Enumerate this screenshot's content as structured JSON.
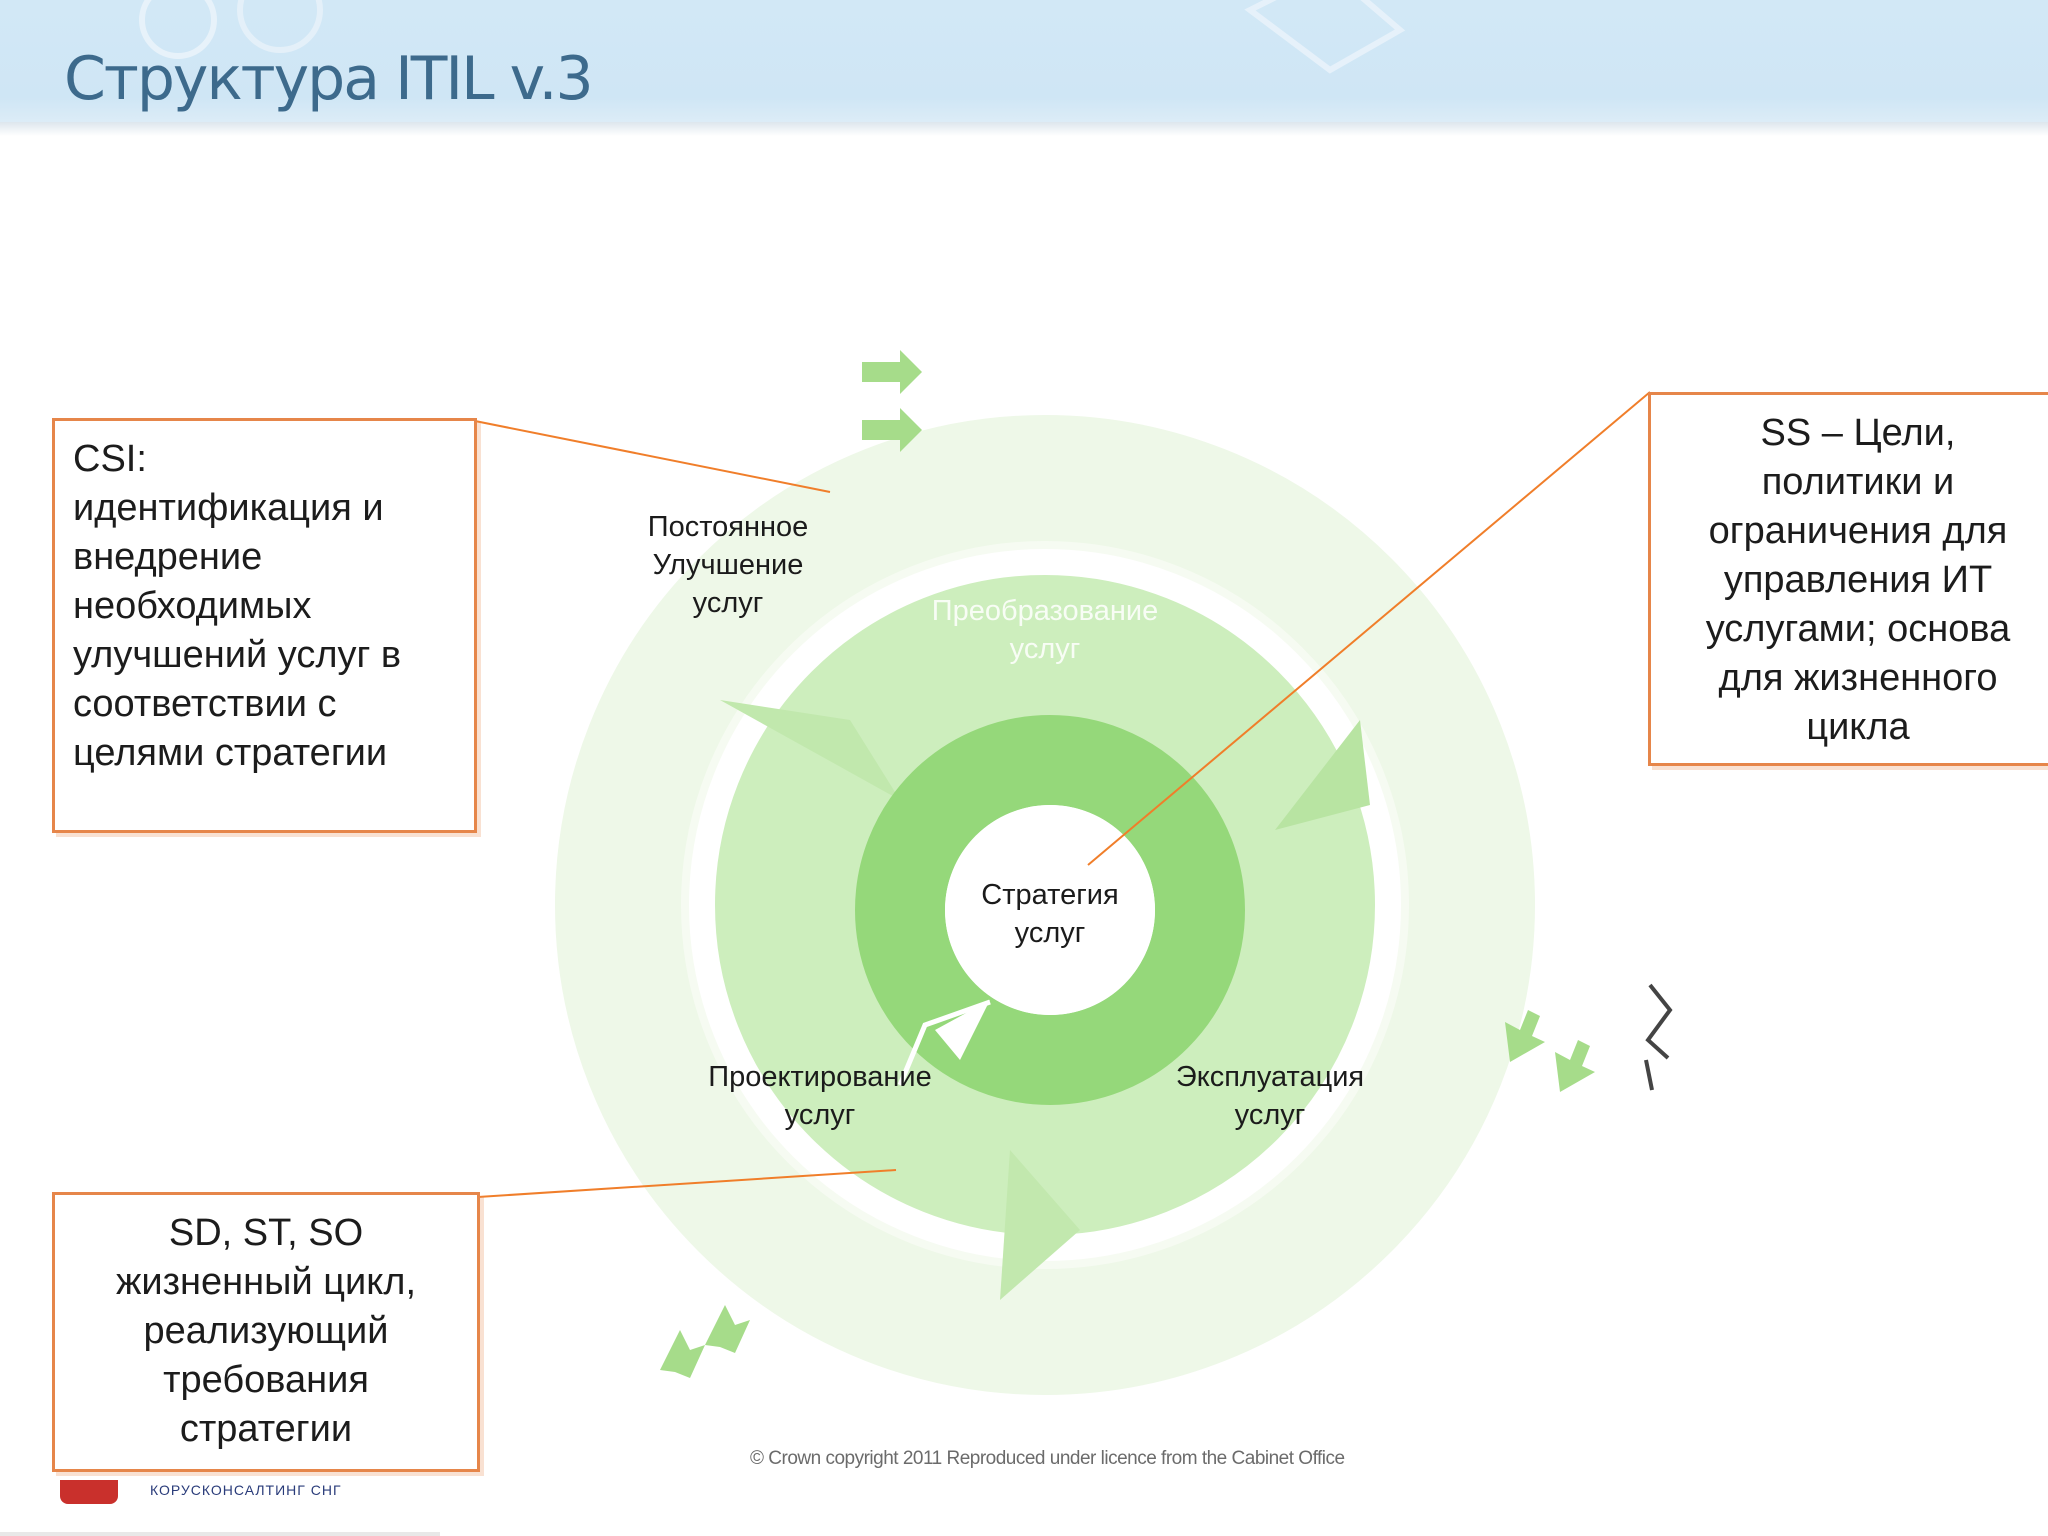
{
  "header": {
    "title": "Структура ITIL v.3"
  },
  "colors": {
    "header_bg": "#d2e8f6",
    "title": "#3d6a8c",
    "callout_border": "#e6864a",
    "leader_line": "#f07e2a",
    "ring_outer": "#eef8e8",
    "ring_middle": "#c9ecb8",
    "ring_inner": "#95d87a",
    "arrow_green": "#8ed36f"
  },
  "callouts": {
    "csi": {
      "text": "CSI:\nидентификация и\nвнедрение\nнеобходимых\nулучшений услуг в\nсоответствии с\nцелями стратегии"
    },
    "ss": {
      "text": "SS – Цели,\nполитики и\nограничения для\nуправления ИТ\nуслугами; основа\nдля жизненного\nцикла"
    },
    "sd": {
      "text": "SD, ST, SO\nжизненный цикл,\nреализующий\nтребования\nстратегии"
    }
  },
  "diagram": {
    "center_label": "Стратегия\nуслуг",
    "continual_improvement": "Постоянное\nУлучшение\nуслуг",
    "transition": "Преобразование\nуслуг",
    "design": "Проектирование\nуслуг",
    "operation": "Эксплуатация\nуслуг",
    "copyright": "© Crown copyright 2011 Reproduced under licence from the Cabinet Office"
  },
  "footer": {
    "logo_text": "КОРУСКОНСАЛТИНГ СНГ"
  }
}
